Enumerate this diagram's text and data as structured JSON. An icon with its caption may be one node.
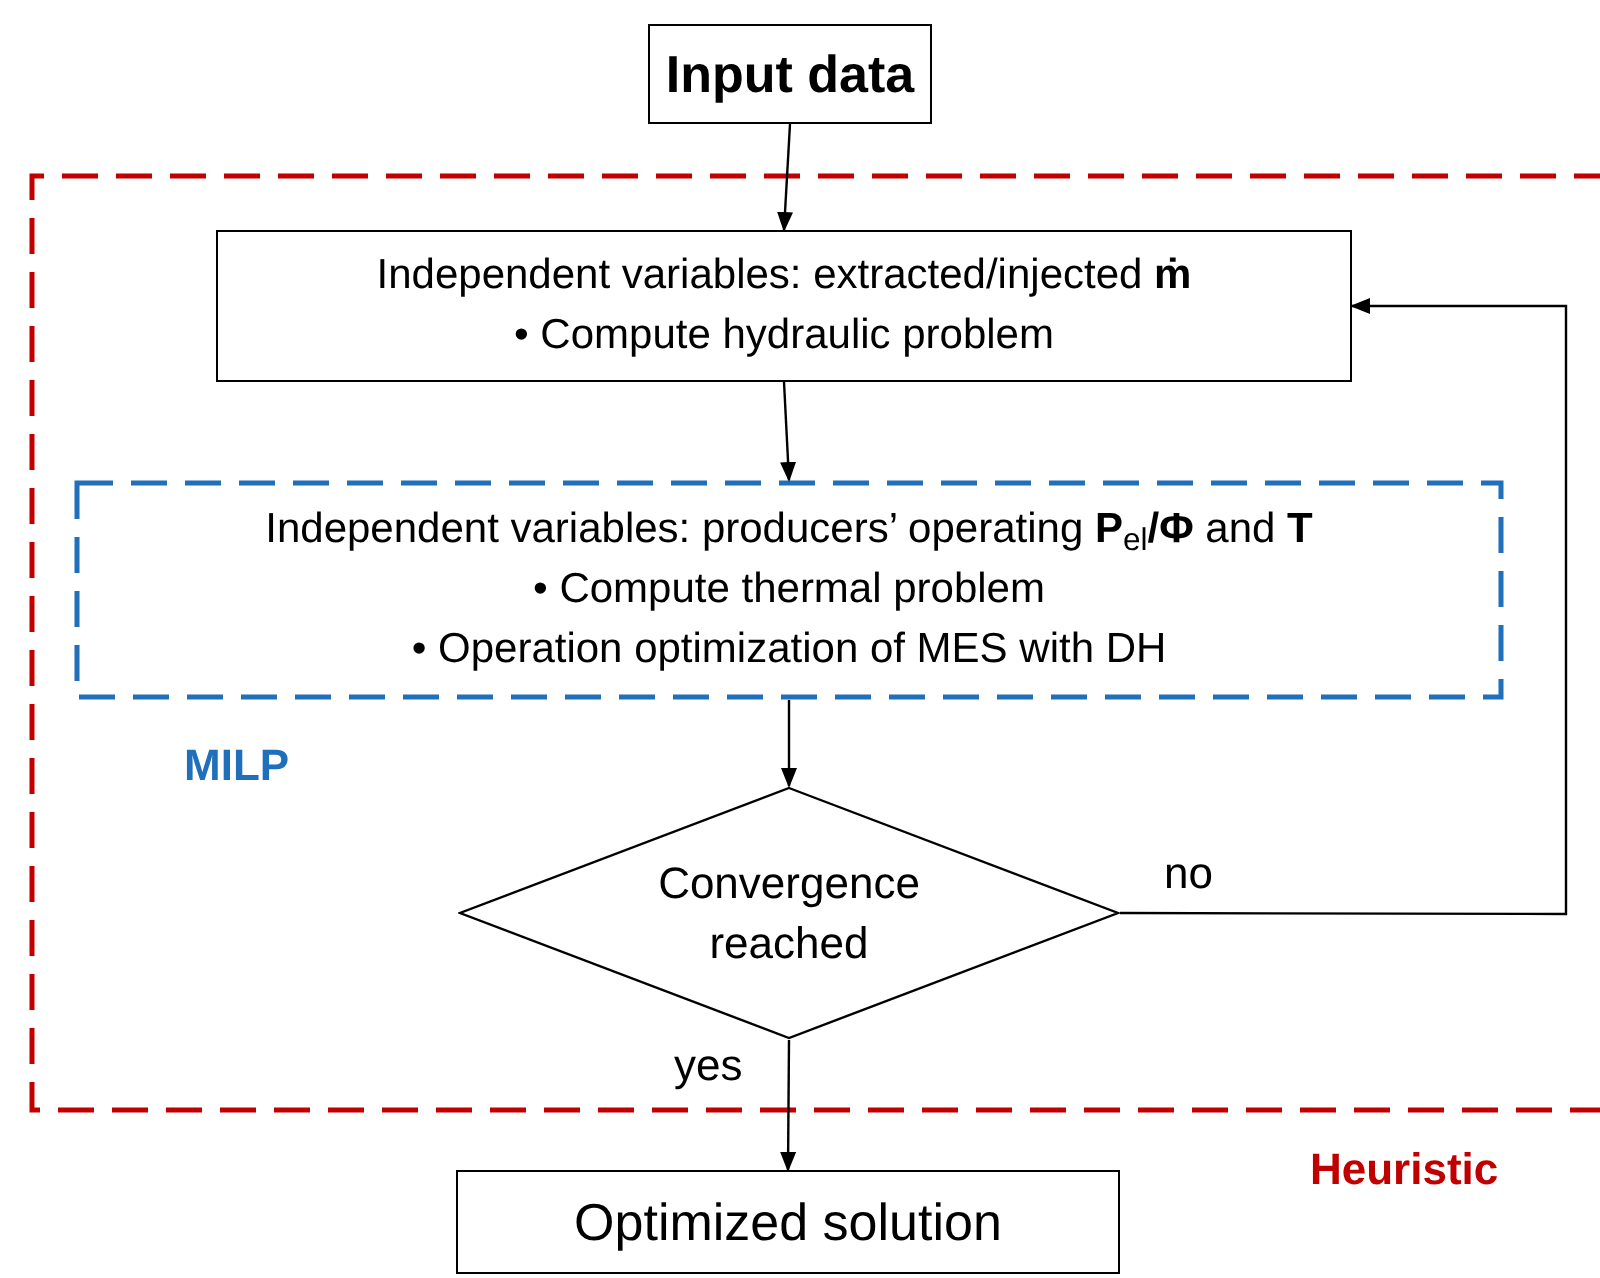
{
  "diagram": {
    "nodes": [
      {
        "text": [
          "Input data"
        ]
      },
      {
        "text": [],
        "shape": "box",
        "beside": [
          "Heuristic"
        ]
      },
      {
        "text": [
          "Independent variables: extracted/injected **ṁ**",
          "• Compute hydraulic problem"
        ],
        "in": 1
      },
      {
        "text": [
          "Independent variables: producers’ operating **P**$_{el}$**/Φ** and **T**",
          "• Compute thermal problem",
          "• Operation optimization of MES with DH"
        ],
        "in": 1,
        "beside": [
          "MILP"
        ]
      },
      {
        "text": [
          "Convergence reached"
        ],
        "in": 1
      },
      {
        "text": [
          "Optimized solution"
        ]
      }
    ],
    "edges": [
      {
        "from": 0,
        "to": 2,
        "arrow": "to"
      },
      {
        "from": 2,
        "to": 3,
        "arrow": "to"
      },
      {
        "from": 3,
        "to": 4,
        "arrow": "to"
      },
      {
        "from": 4,
        "to": 2,
        "arrow": "to",
        "label": "no"
      },
      {
        "from": 4,
        "to": 5,
        "arrow": "to",
        "label": "yes"
      }
    ]
  }
}
